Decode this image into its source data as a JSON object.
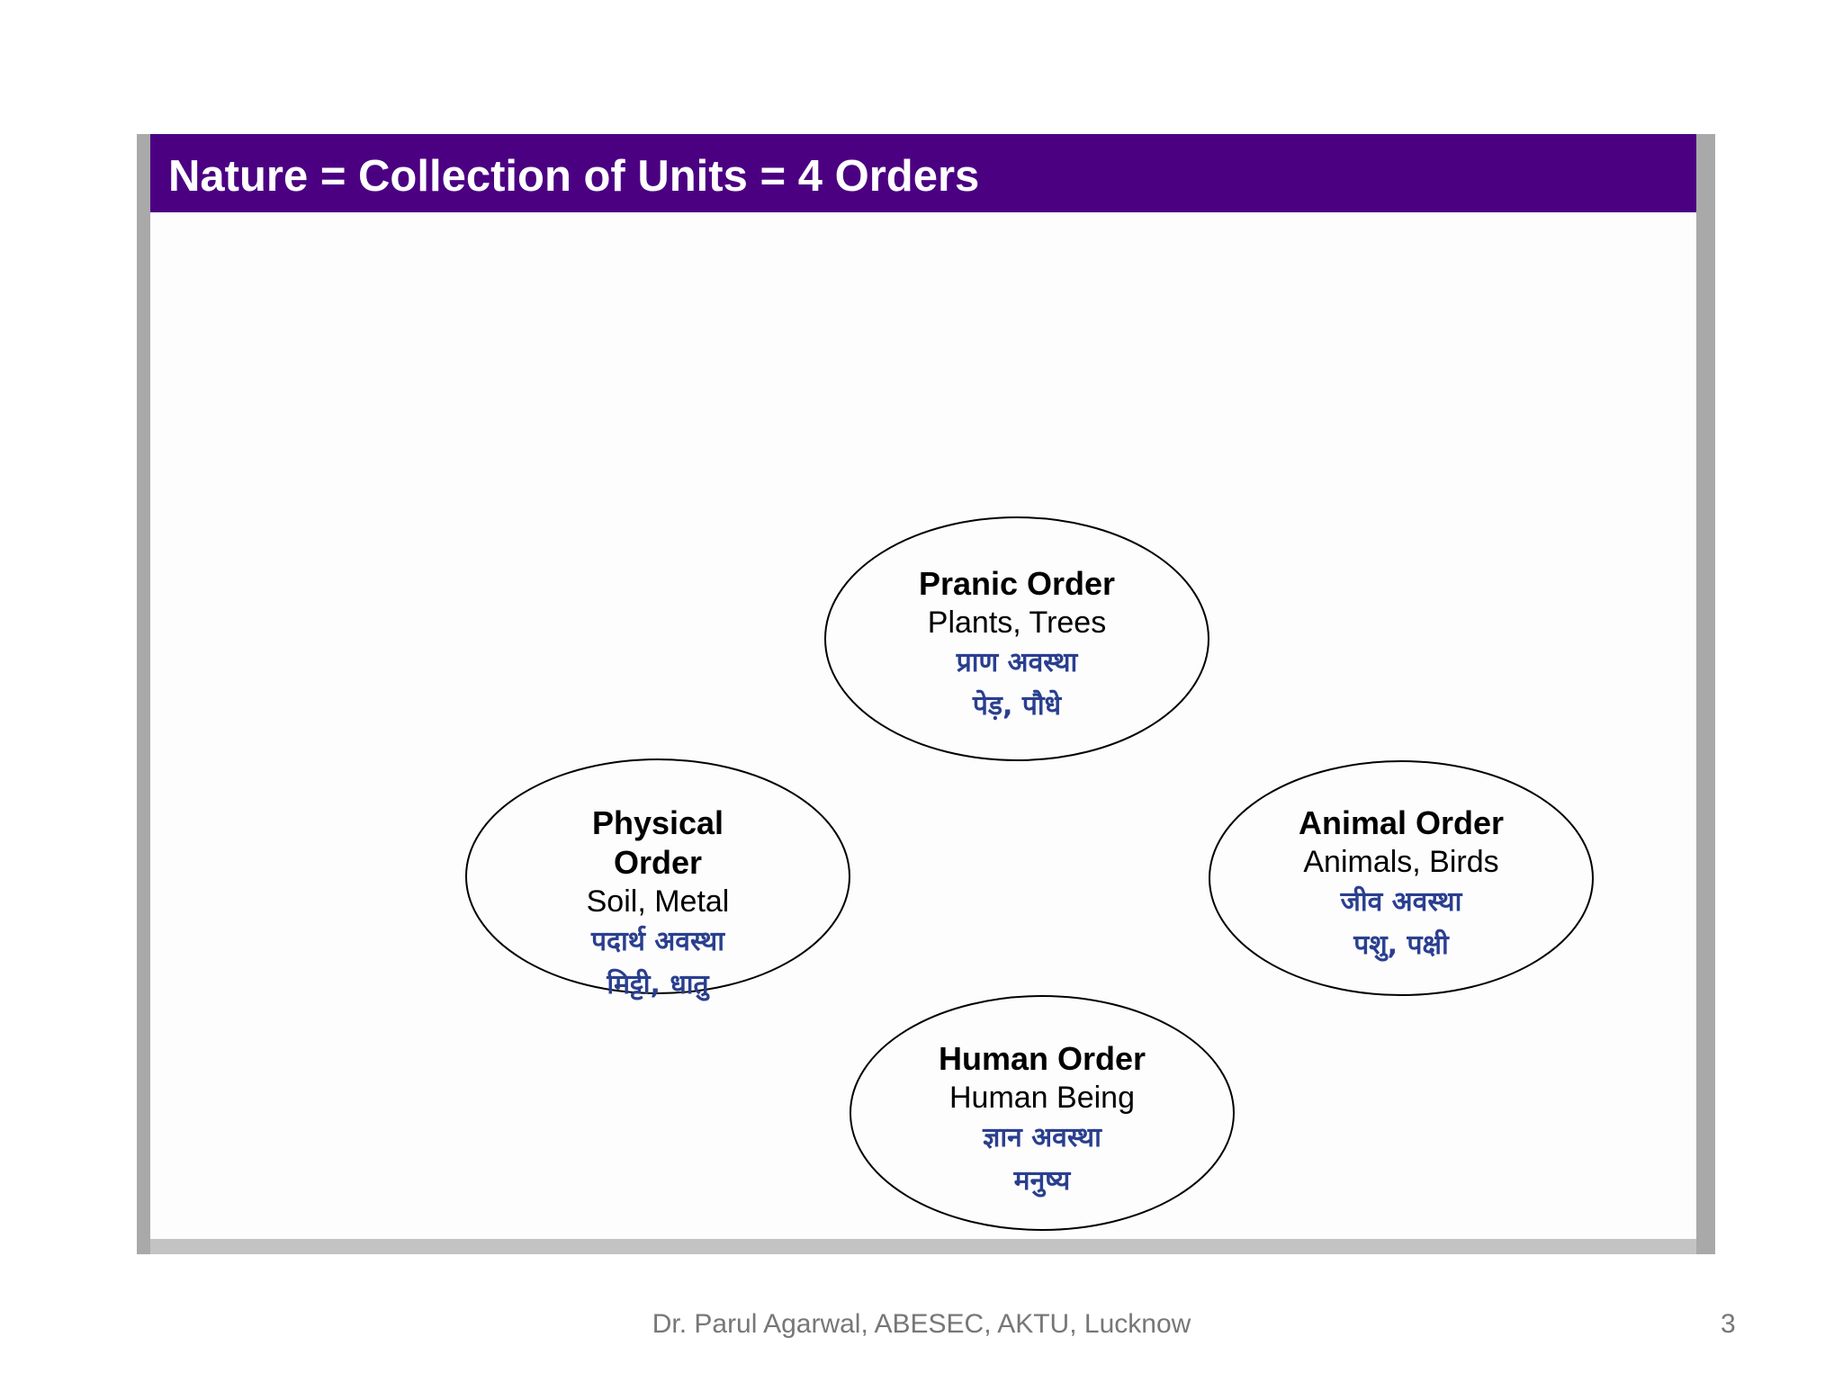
{
  "slide": {
    "title": "Nature = Collection of Units = 4 Orders"
  },
  "orders": [
    {
      "id": "pranic",
      "name": "Pranic Order",
      "examples": "Plants, Trees",
      "hindi": "प्राण अवस्था",
      "hindi_examples": "पेड़, पौधे"
    },
    {
      "id": "physical",
      "name_line1": "Physical",
      "name_line2": "Order",
      "examples": "Soil, Metal",
      "hindi": "पदार्थ अवस्था",
      "hindi_examples": "मिट्टी, धातु"
    },
    {
      "id": "animal",
      "name": "Animal Order",
      "examples": "Animals, Birds",
      "hindi": "जीव अवस्था",
      "hindi_examples": "पशु, पक्षी"
    },
    {
      "id": "human",
      "name": "Human Order",
      "examples": "Human Being",
      "hindi": "ज्ञान अवस्था",
      "hindi_examples": "मनुष्य"
    }
  ],
  "footer": {
    "author": "Dr. Parul Agarwal, ABESEC, AKTU, Lucknow",
    "page_number": "3"
  },
  "colors": {
    "title_bar": "#4b0082",
    "hindi_text": "#2a3f8f"
  }
}
